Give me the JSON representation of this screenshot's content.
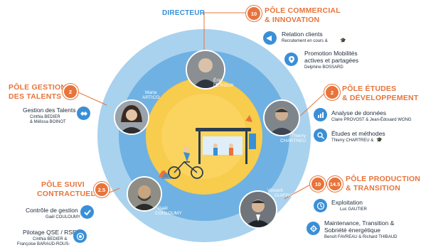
{
  "director": {
    "title": "DIRECTEUR",
    "first": "Éric",
    "last": "LE ROUX"
  },
  "commercial": {
    "badge": "10",
    "title1": "PÔLE COMMERCIAL",
    "title2": "& INNOVATION",
    "item1": {
      "title": "Relation clients",
      "sub": "Recrutement en cours & "
    },
    "item2": {
      "title1": "Promotion Mobilités",
      "title2": "actives et partagées",
      "sub": "Delphine BOSSARD"
    }
  },
  "talents": {
    "badge": "2",
    "title1": "PÔLE GESTION",
    "title2": "DES TALENTS",
    "item1": {
      "title": "Gestion des Talents",
      "sub1": "Cinthia BEDIER",
      "sub2": "& Mélissa BOINOT"
    },
    "person": {
      "first": "Maria",
      "last": "ARTICO"
    }
  },
  "etudes": {
    "badge": "2",
    "title1": "PÔLE ÉTUDES",
    "title2": "& DÉVELOPPEMENT",
    "item1": {
      "title": "Analyse de données",
      "sub": "Claire PROVOST & Jean-Édouard WONG"
    },
    "item2": {
      "title": "Études et méthodes",
      "sub": "Thierry CHARTREU & "
    },
    "person": {
      "first": "Thierry",
      "last": "CHARTREU"
    }
  },
  "suivi": {
    "badge": "2.5",
    "title1": "PÔLE SUIVI",
    "title2": "CONTRACTUEL",
    "item1": {
      "title": "Contrôle de gestion",
      "sub": "Gaël COULOUMY"
    },
    "item2": {
      "title": "Pilotage QSE / RSE",
      "sub1": "Cinthia BEDIER &",
      "sub2": "Françoise BARAUD-ROUS-"
    },
    "person": {
      "first": "Gaël",
      "last": "COULOUMY"
    }
  },
  "production": {
    "badge1": "10",
    "badge2": "14.5",
    "title1": "PÔLE PRODUCTION",
    "title2": "& TRANSITION",
    "item1": {
      "title": "Exploitation",
      "sub": "Luc GAUTIER"
    },
    "item2": {
      "title1": "Maintenance, Transition &",
      "title2": "Sobriété énergétique",
      "sub": "Benoît FAVREAU & Richard THIBAUD"
    },
    "person": {
      "first": "Vincent",
      "last": "GUIFFARD"
    }
  },
  "colors": {
    "orange": "#e8743b",
    "blue_ring": "#a9d2ee",
    "blue_inner": "#6aaee3",
    "yellow": "#f7c948",
    "icon_blue": "#3a8fd6"
  },
  "icons": [
    "handshake-icon",
    "megaphone-icon",
    "location-pin-icon",
    "chart-icon",
    "search-icon",
    "checkmark-icon",
    "target-icon",
    "clock-icon",
    "gear-bulb-icon",
    "graduation-cap-icon"
  ]
}
